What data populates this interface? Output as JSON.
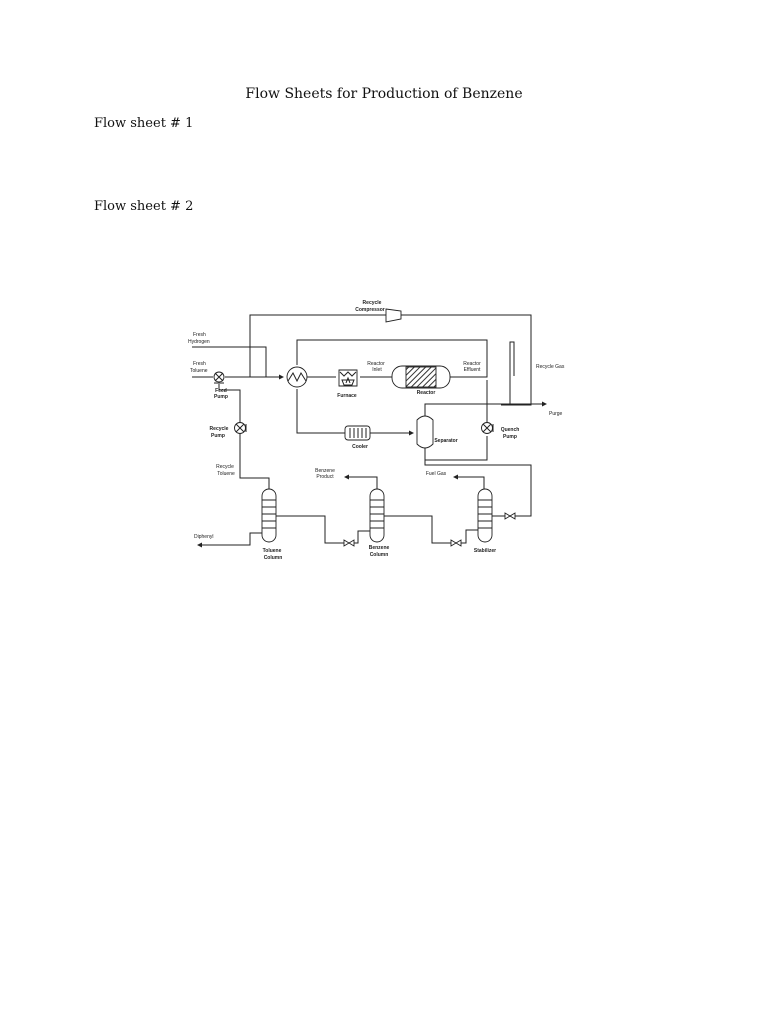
{
  "document": {
    "title": "Flow Sheets for Production of Benzene",
    "sections": [
      {
        "heading": "Flow sheet # 1"
      },
      {
        "heading": "Flow sheet # 2"
      }
    ]
  },
  "diagram": {
    "labels": {
      "recycle_compressor": [
        "Recycle",
        "Compressor"
      ],
      "fresh_hydrogen": [
        "Fresh",
        "Hydrogen"
      ],
      "fresh_toluene": [
        "Fresh",
        "Toluene"
      ],
      "feed_pump": [
        "Feed",
        "Pump"
      ],
      "reactor_inlet": [
        "Reactor",
        "Inlet"
      ],
      "reactor_effluent": [
        "Reactor",
        "Effluent"
      ],
      "recycle_gas": "Recycle Gas",
      "furnace": "Furnace",
      "reactor": "Reactor",
      "purge": "Purge",
      "recycle_pump": [
        "Recycle",
        "Pump"
      ],
      "cooler": "Cooler",
      "separator": "Separator",
      "quench_pump": [
        "Quench",
        "Pump"
      ],
      "recycle_toluene": [
        "Recycle",
        "Toluene"
      ],
      "benzene_product": [
        "Benzene",
        "Product"
      ],
      "fuel_gas": "Fuel Gas",
      "diphenyl": "Diphenyl",
      "toluene_column": [
        "Toluene",
        "Column"
      ],
      "benzene_column": [
        "Benzene",
        "Column"
      ],
      "stabilizer": "Stabilizer"
    }
  }
}
